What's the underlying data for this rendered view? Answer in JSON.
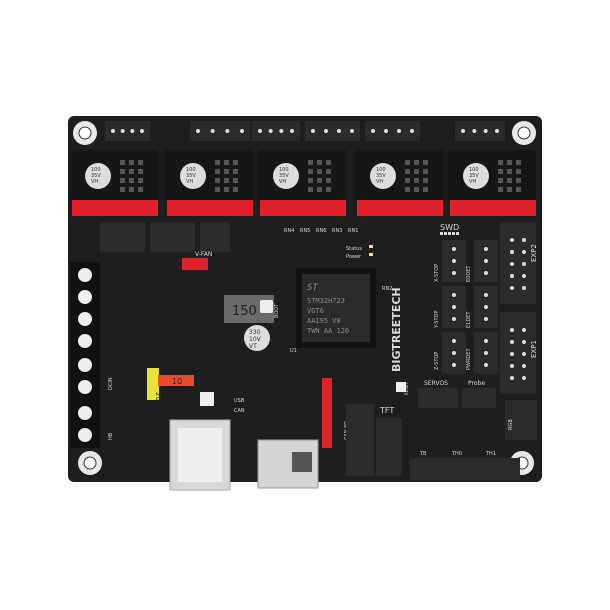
{
  "board": {
    "brand": "BIGTREETECH",
    "colors": {
      "pcb": "#1e1e1e",
      "connector": "#2b2b2b",
      "header_red": "#e0202a",
      "fuse_yellow": "#e8e23a",
      "fuse_red": "#e84a2a",
      "metal": "#cfcfcf"
    },
    "mcu": {
      "logo": "ST",
      "lines": [
        "STM32H723",
        "VGT6",
        "AA195 V0",
        "TWN AA 120"
      ]
    },
    "inductor_label": "150",
    "capacitor_label": [
      "330",
      "10V",
      "VT"
    ],
    "driver_cap_label": [
      "100",
      "35V",
      "VH"
    ],
    "fuse_main": "20",
    "fuse_secondary": "10",
    "labels": {
      "swd": "SWD",
      "exp1": "EXP1",
      "exp2": "EXP2",
      "xstop": "X-STOP",
      "ystop": "Y-STOP",
      "zstop": "Z-STOP",
      "e0det": "E0DET",
      "e1det": "E1DET",
      "pwrdet": "PWRDET",
      "servos": "SERVOS",
      "probe": "Probe",
      "tft": "TFT",
      "rgb": "RGB",
      "tb": "TB",
      "th0": "TH0",
      "th1": "TH1",
      "rn4": "RN4",
      "rn5": "RN5",
      "rn6": "RN6",
      "rn3": "RN3",
      "rn1": "RN1",
      "rn2": "RN2",
      "status": "Status",
      "power": "Power",
      "boot": "BOOT",
      "reset": "RESET",
      "vfan": "V-FAN",
      "usb": "USB",
      "can": "CAN",
      "canfd": "CAN FD",
      "dcin": "DCIN",
      "hb": "HB",
      "u1": "U1"
    }
  }
}
